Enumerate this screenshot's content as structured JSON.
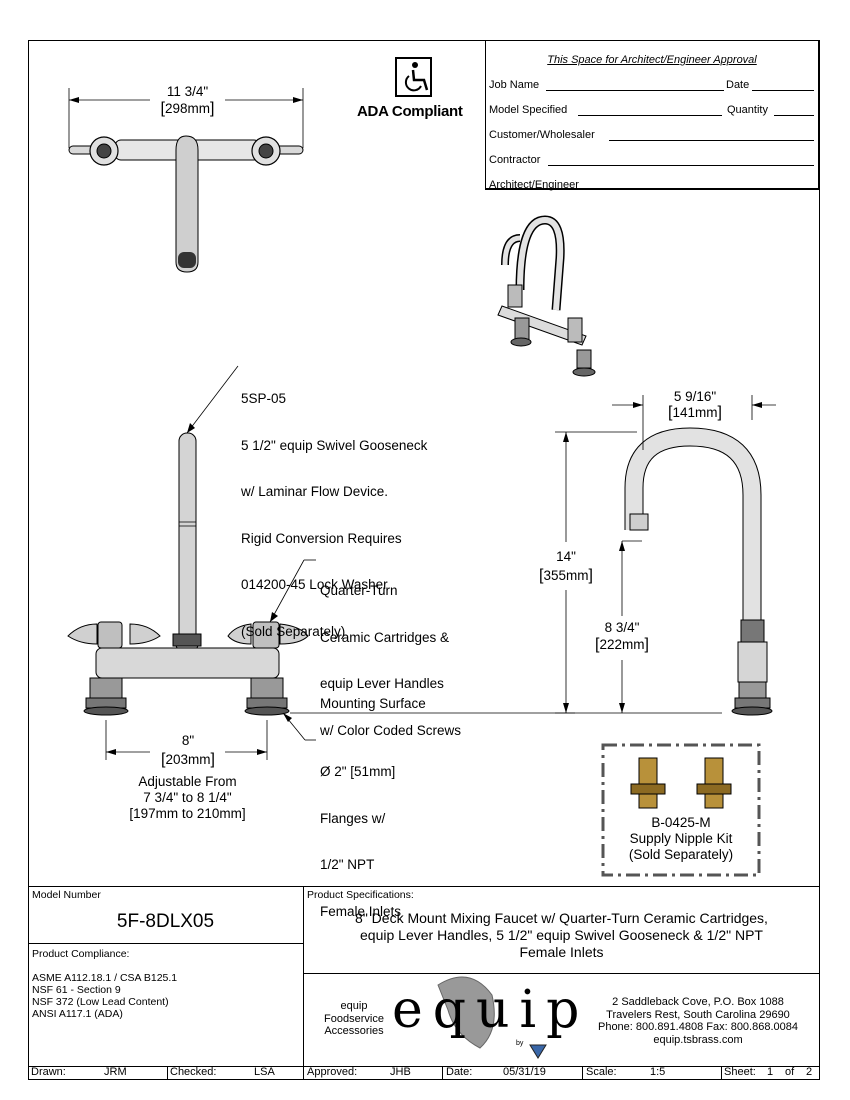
{
  "approval": {
    "title": "This Space for Architect/Engineer Approval",
    "job_name": "Job Name",
    "date": "Date",
    "model_specified": "Model Specified",
    "quantity": "Quantity",
    "customer": "Customer/Wholesaler",
    "contractor": "Contractor",
    "architect": "Architect/Engineer"
  },
  "ada": {
    "label": "ADA Compliant"
  },
  "top_view": {
    "dim_in": "11 3/4\"",
    "dim_mm": "298mm"
  },
  "callouts": {
    "gooseneck": [
      "5SP-05",
      "5 1/2\" equip Swivel Gooseneck",
      "w/ Laminar Flow Device.",
      "Rigid Conversion Requires",
      "014200-45 Lock Washer",
      "(Sold Separately)"
    ],
    "cartridges": [
      "Quarter-Turn",
      "Ceramic Cartridges &",
      "equip Lever Handles",
      "w/ Color Coded Screws"
    ],
    "mounting": "Mounting Surface",
    "flanges": [
      "Ø 2\" [51mm]",
      "Flanges w/",
      "1/2\" NPT",
      "Female Inlets"
    ]
  },
  "front_dims": {
    "centers_in": "8\"",
    "centers_mm": "203mm",
    "adjustable": [
      "Adjustable From",
      "7 3/4\" to 8 1/4\"",
      "[197mm to 210mm]"
    ]
  },
  "side_dims": {
    "reach_in": "5 9/16\"",
    "reach_mm": "141mm",
    "height_in": "14\"",
    "height_mm": "355mm",
    "spout_in": "8 3/4\"",
    "spout_mm": "222mm"
  },
  "nipple_kit": {
    "lines": [
      "B-0425-M",
      "Supply Nipple Kit",
      "(Sold Separately)"
    ]
  },
  "title_block": {
    "model_number_label": "Model Number",
    "model_number": "5F-8DLX05",
    "compliance_label": "Product Compliance:",
    "compliance": [
      "ASME A112.18.1 / CSA B125.1",
      "NSF 61 - Section 9",
      "NSF 372 (Low Lead Content)",
      "ANSI A117.1 (ADA)"
    ],
    "specs_label": "Product Specifications:",
    "specs": [
      "8\" Deck Mount Mixing Faucet w/ Quarter-Turn Ceramic Cartridges,",
      "equip Lever Handles, 5 1/2\" equip Swivel Gooseneck & 1/2\" NPT",
      "Female Inlets"
    ],
    "brand_tagline": [
      "equip",
      "Foodservice",
      "Accessories"
    ],
    "logo_text": "equip",
    "logo_by": "by",
    "address": [
      "2 Saddleback Cove, P.O. Box 1088",
      "Travelers Rest, South Carolina 29690",
      "Phone: 800.891.4808  Fax: 800.868.0084",
      "equip.tsbrass.com"
    ],
    "drawn_label": "Drawn:",
    "drawn": "JRM",
    "checked_label": "Checked:",
    "checked": "LSA",
    "approved_label": "Approved:",
    "approved": "JHB",
    "date_label": "Date:",
    "date": "05/31/19",
    "scale_label": "Scale:",
    "scale": "1:5",
    "sheet_label": "Sheet:",
    "sheet": "1",
    "of_label": "of",
    "sheet_total": "2"
  }
}
